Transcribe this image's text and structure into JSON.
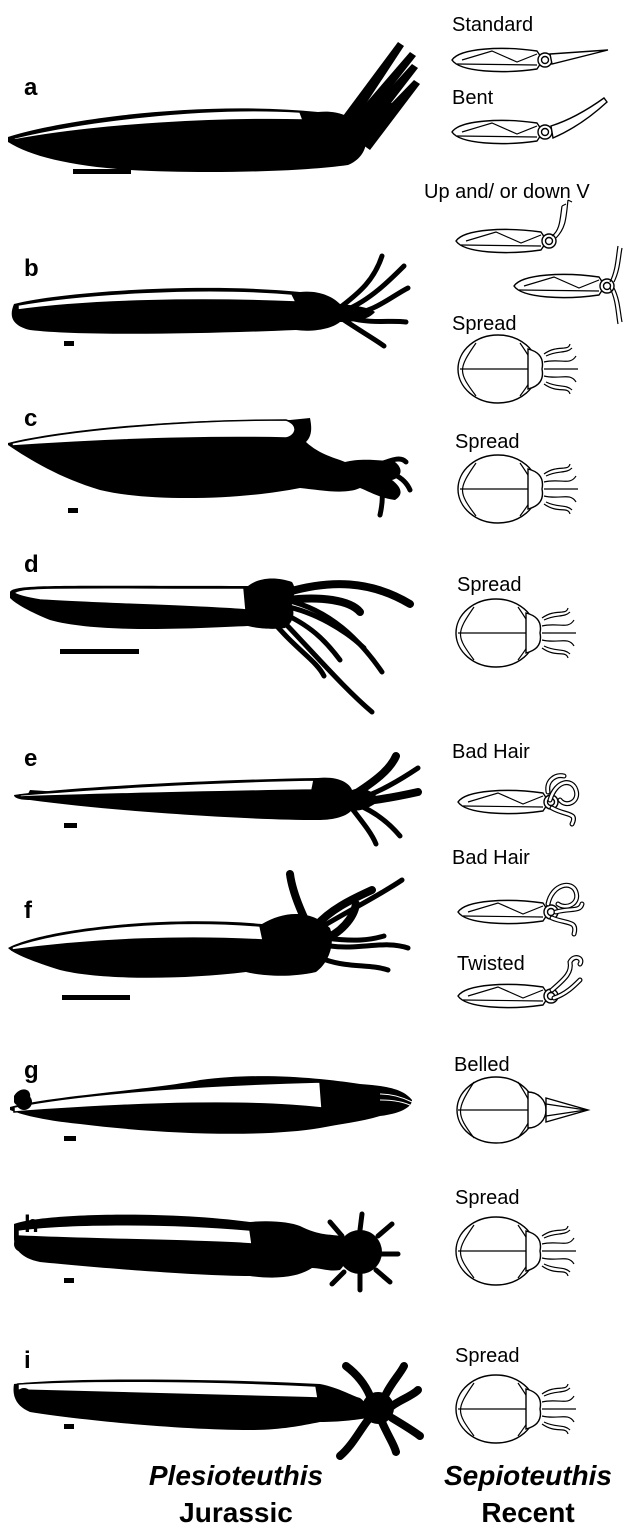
{
  "panels": [
    {
      "id": "a",
      "tag": "a",
      "recent": [
        "Standard",
        "Bent"
      ]
    },
    {
      "id": "b",
      "tag": "b",
      "recent": [
        "Up and/ or down V",
        "Spread"
      ]
    },
    {
      "id": "c",
      "tag": "c",
      "recent": [
        "Spread"
      ]
    },
    {
      "id": "d",
      "tag": "d",
      "recent": [
        "Spread"
      ]
    },
    {
      "id": "e",
      "tag": "e",
      "recent": [
        "Bad Hair"
      ]
    },
    {
      "id": "f",
      "tag": "f",
      "recent": [
        "Bad Hair",
        "Twisted"
      ]
    },
    {
      "id": "g",
      "tag": "g",
      "recent": [
        "Belled"
      ]
    },
    {
      "id": "h",
      "tag": "h",
      "recent": [
        "Spread"
      ]
    },
    {
      "id": "i",
      "tag": "i",
      "recent": [
        "Spread"
      ]
    }
  ],
  "footer": {
    "left": {
      "genus": "Plesioteuthis",
      "period": "Jurassic"
    },
    "right": {
      "genus": "Sepioteuthis",
      "period": "Recent"
    }
  }
}
